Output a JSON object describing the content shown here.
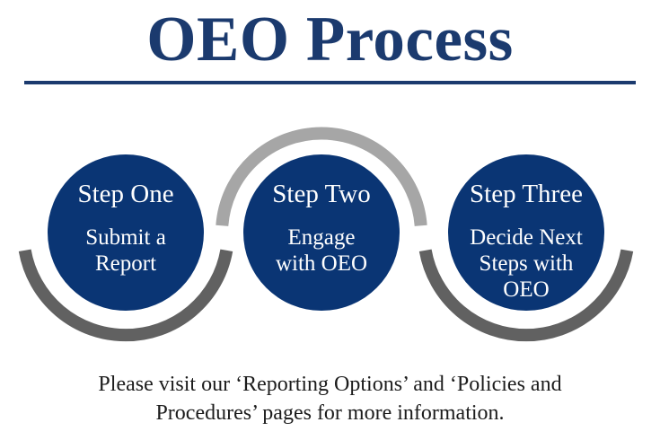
{
  "title": {
    "text": "OEO Process"
  },
  "steps": [
    {
      "heading": "Step One",
      "body_lines": [
        "Submit a",
        "Report"
      ]
    },
    {
      "heading": "Step Two",
      "body_lines": [
        "Engage",
        "with OEO"
      ]
    },
    {
      "heading": "Step Three",
      "body_lines": [
        "Decide Next",
        "Steps with",
        "OEO"
      ]
    }
  ],
  "footer": {
    "lines": [
      "Please visit our ‘Reporting Options’ and ‘Policies and",
      "Procedures’ pages for more information."
    ]
  },
  "colors": {
    "background": "#ffffff",
    "title_navy": "#1b3a6e",
    "circle_navy": "#0a3574",
    "step_text": "#ffffff",
    "dark_gray_arc": "#616161",
    "light_gray_arc": "#a6a6a6",
    "footer_text": "#1c1c1c"
  }
}
